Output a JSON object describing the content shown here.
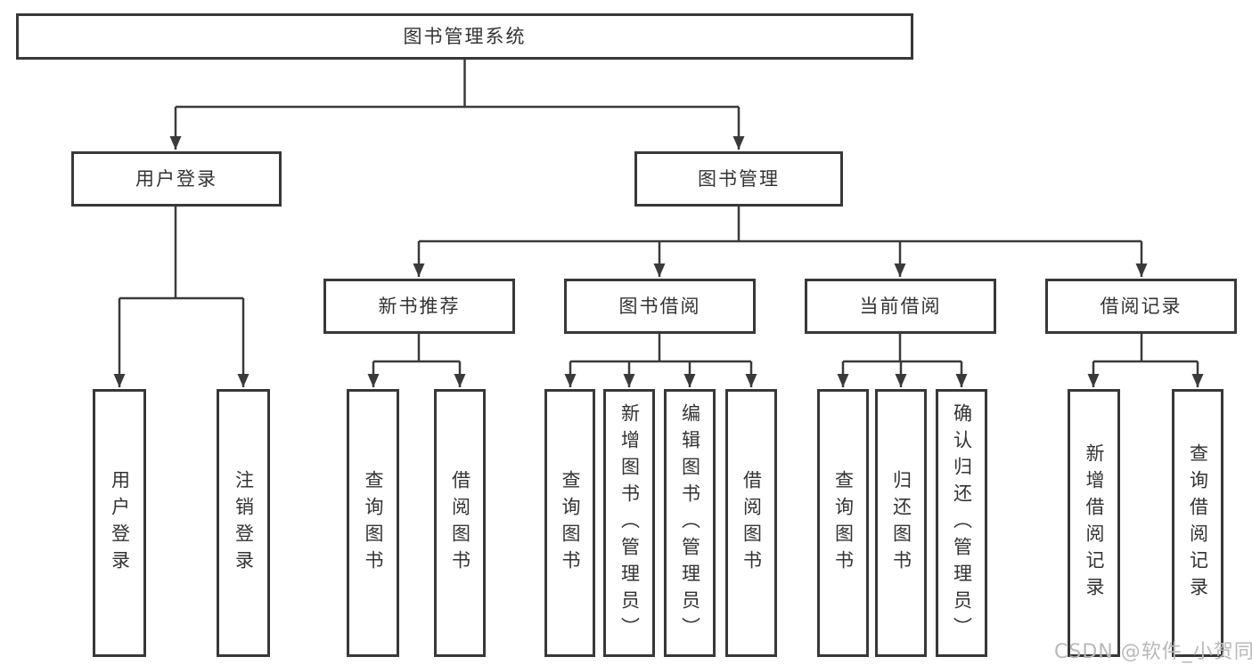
{
  "tree": {
    "root": "图书管理系统",
    "children": [
      {
        "label": "用户登录",
        "children": [
          "用户登录",
          "注销登录"
        ]
      },
      {
        "label": "图书管理",
        "children": [
          {
            "label": "新书推荐",
            "children": [
              "查询图书",
              "借阅图书"
            ]
          },
          {
            "label": "图书借阅",
            "children": [
              "查询图书",
              "新增图书（管理员）",
              "编辑图书（管理员）",
              "借阅图书"
            ]
          },
          {
            "label": "当前借阅",
            "children": [
              "查询图书",
              "归还图书",
              "确认归还（管理员）"
            ]
          },
          {
            "label": "借阅记录",
            "children": [
              "新增借阅记录",
              "查询借阅记录"
            ]
          }
        ]
      }
    ]
  },
  "watermark": "CSDN @软件_小贺同学",
  "colors": {
    "line": "#3a3a3a",
    "box_border": "#383838",
    "text": "#333333",
    "watermark": "#b9b9b9",
    "background": "#ffffff"
  }
}
